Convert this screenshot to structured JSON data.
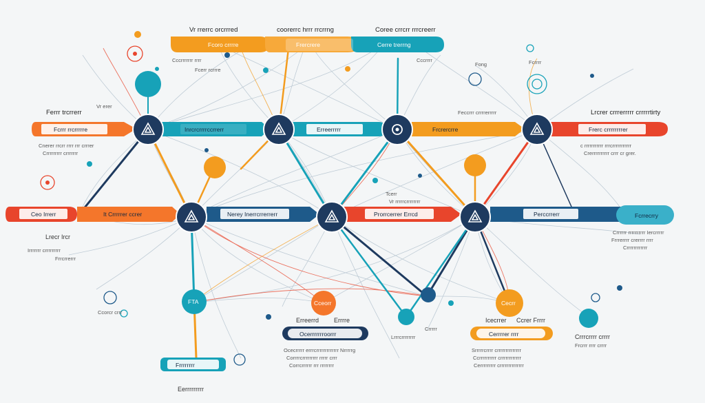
{
  "colors": {
    "navy": "#1e3a5f",
    "teal": "#17a2b8",
    "orange": "#f39c1f",
    "red": "#e8452c",
    "light_line": "#b8c6d0",
    "bg": "#f4f6f7"
  },
  "top_labels": [
    "Vr rrerrc orcrrred",
    "coorerrc hrrr rrcrrng",
    "Coree crrcrr rrrcreerr"
  ],
  "top_bars": [
    "Fcoro crrrre",
    "Frercrere",
    "Cerre trerrng"
  ],
  "row1": {
    "left_bar": "Fcrrr rrcrrrrre",
    "mid1_bar": "Inrcrcrrrrccrrerr",
    "mid2_bar": "Erreerrrrr",
    "mid3_bar": "Frcrercrre",
    "right_bar": "Frerc crrrrrrrrer",
    "left_heading": "Ferrr trcrrerr",
    "right_heading": "Lrcrer crrrerrrrr crrrrrtirty"
  },
  "row2": {
    "left_bar": "Ceo Irrerr",
    "left_label": "It Crrrrrer ccrer",
    "mid1_bar": "Nerey Inerrcrrerrerr",
    "mid2_bar": "Prorrcerrer Errcd",
    "right_bar": "Perccrrerr",
    "right_pill": "Fcrrecrry"
  },
  "bottom": {
    "mid_bar": "Ocerrrrrrroorrr",
    "right_bar": "Cerrrrer rrrr",
    "left_bar": "Frrrrrrrr",
    "footer": "Eerrrrrrrrr"
  },
  "small_labels": {
    "top_left_a": "Cccrrrrrrr rrrr",
    "top_left_b": "Fcerr rcrrre",
    "top_mid": "Cccrrrr",
    "top_right_a": "Fong",
    "top_right_b": "Fcrrrr",
    "mid_right_a": "Feccrrr crrrrerrrrr",
    "mid_right_b": "Vr erer",
    "mid_center_a": "Tcerr",
    "mid_center_b": "Vr rrrrrcrrrrrrrr",
    "left_para_1": "Cnerer rrcrr rrrr rrr crrrer",
    "left_para_2": "Crrrrrrrrr crrrrrrr",
    "right_para_1": "c rrrrrrrrrrr rrrcrrrrrrrrrrr",
    "right_para_2": "Crerrrrrrrrrr crrr cr grer.",
    "left_low_1": "Lrecr Ircr",
    "left_low_2": "Irrrrrrr crrrrrrrrr",
    "left_low_3": "Frrcrrerrr",
    "right_low_1": "Crrrrrr rrrrrrrrrr Iercrrrrr",
    "right_low_2": "Frrrerrrr crerrrr rrrr",
    "right_low_3": "Crrrrrrrrrrrr",
    "bottom_left": "Ccorcr crrr",
    "mid_bottom_a": "Erreerrd",
    "mid_bottom_b": "Errrre",
    "mid_bottom_c": "Lrrrcrrrrrrrr",
    "mid_bottom_d": "Crrrrr",
    "para_bottom_1": "Ocecrrrrr errrcrrrrrrrrrrrrr Nrrrrrg",
    "para_bottom_2": "Corrrrcrrrrrrrrr rrrrr crrr",
    "para_bottom_3": "Corrcrrrrrr rrr rrrrrrrr",
    "para_br_1": "Srrrrrcrrrr crrrrrrrrrrrrrr",
    "para_br_2": "Ccrrrrrrrrrr crrrrrrrrrrrr",
    "para_br_3": "Cerrrrrrrrr crrrrrrrrrrrrrr",
    "far_right_1": "Crrrcrrrr crrrr",
    "far_right_2": "Frcrrr rrrr crrrr",
    "right_bottom_a": "Icecrrer",
    "right_bottom_b": "Ccrer Frrrr",
    "circle_a": "FTA",
    "circle_b": "Cceorr",
    "circle_c": "Cecrr"
  }
}
